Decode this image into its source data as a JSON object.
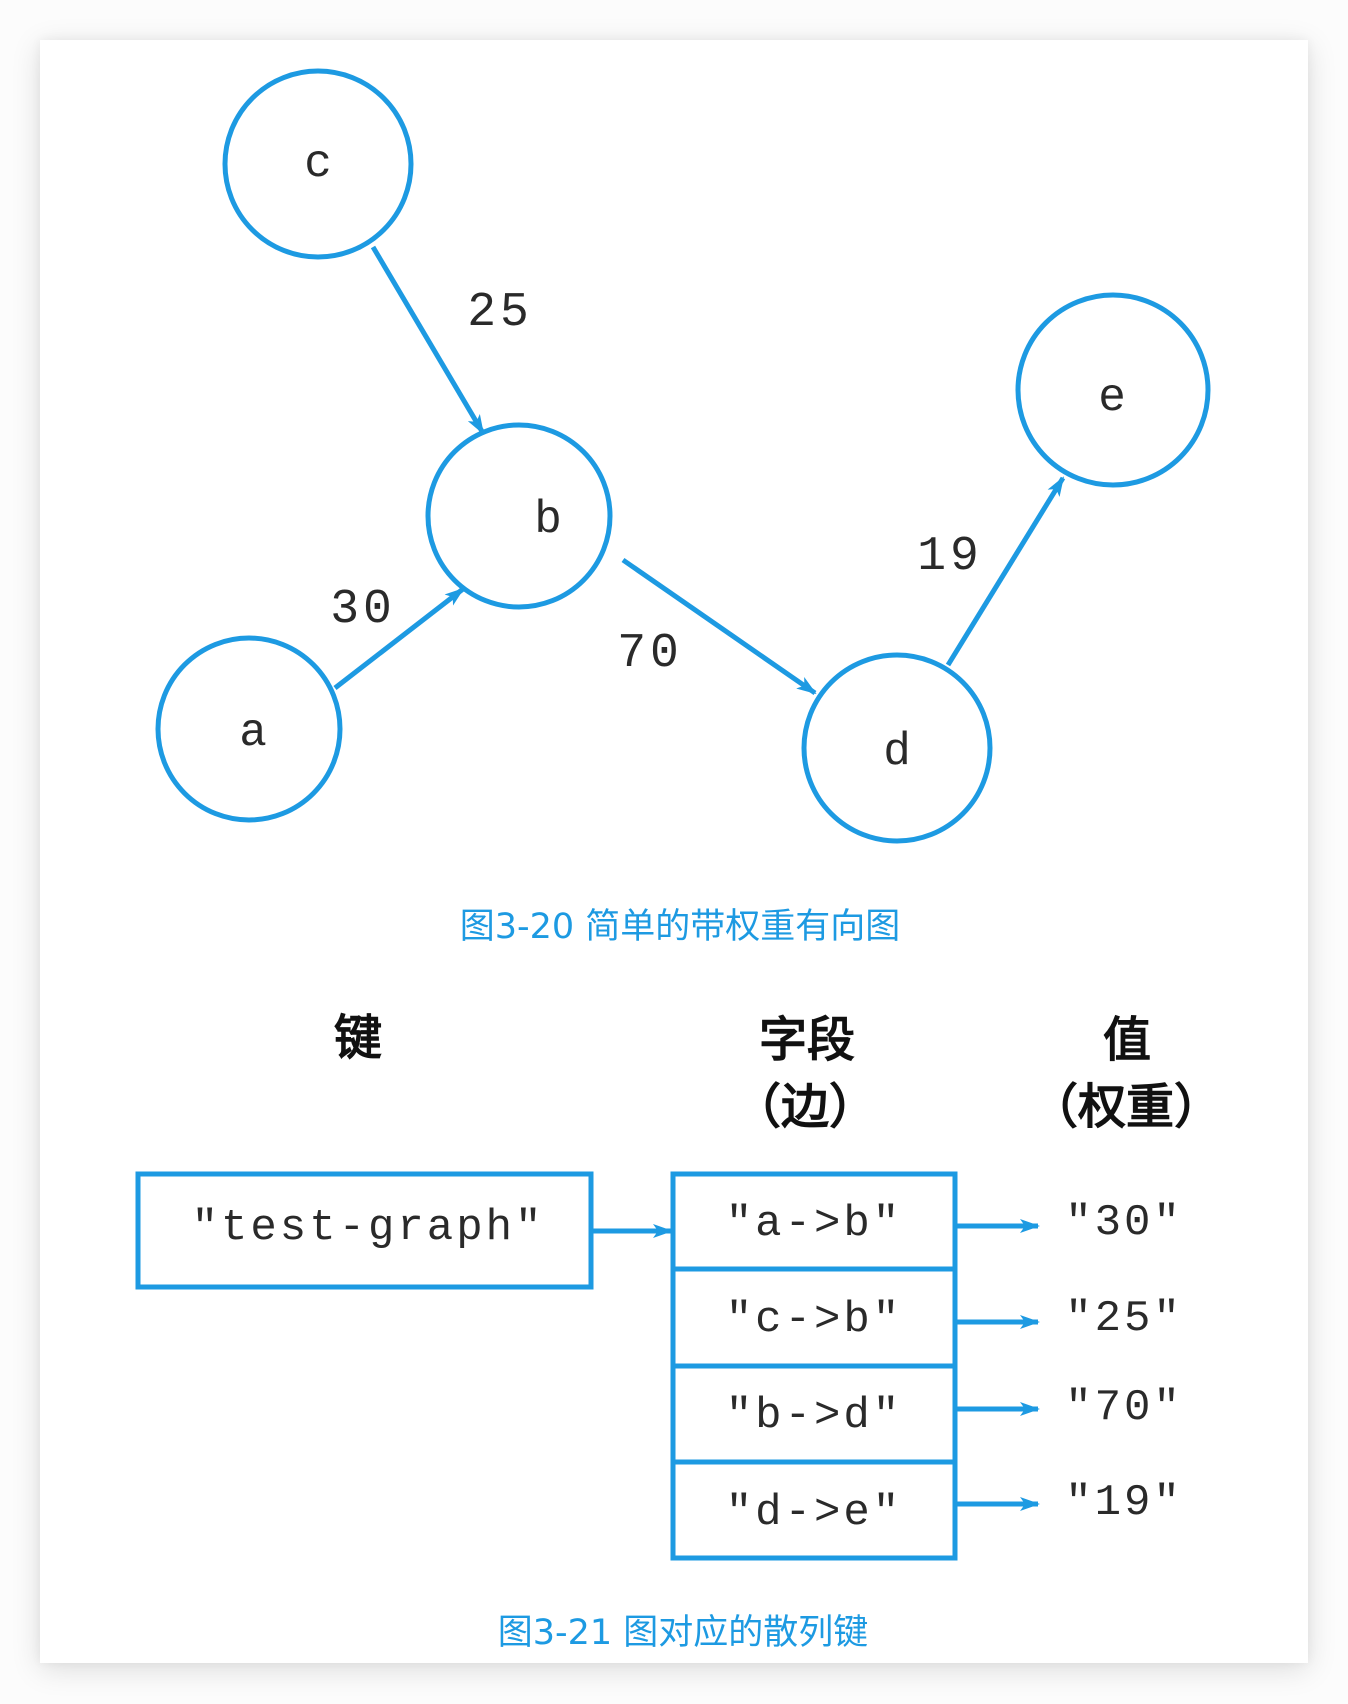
{
  "figure1": {
    "caption": "图3-20 简单的带权重有向图",
    "nodes": [
      {
        "id": "a",
        "label": "a"
      },
      {
        "id": "b",
        "label": "b"
      },
      {
        "id": "c",
        "label": "c"
      },
      {
        "id": "d",
        "label": "d"
      },
      {
        "id": "e",
        "label": "e"
      }
    ],
    "edges": [
      {
        "from": "c",
        "to": "b",
        "weight": "25"
      },
      {
        "from": "a",
        "to": "b",
        "weight": "30"
      },
      {
        "from": "b",
        "to": "d",
        "weight": "70"
      },
      {
        "from": "d",
        "to": "e",
        "weight": "19"
      }
    ]
  },
  "figure2": {
    "caption": "图3-21 图对应的散列键",
    "headers": {
      "key": "键",
      "field": "字段",
      "field_sub": "（边）",
      "value": "值",
      "value_sub": "（权重）"
    },
    "key": "\"test-graph\"",
    "rows": [
      {
        "field": "\"a->b\"",
        "value": "\"30\""
      },
      {
        "field": "\"c->b\"",
        "value": "\"25\""
      },
      {
        "field": "\"b->d\"",
        "value": "\"70\""
      },
      {
        "field": "\"d->e\"",
        "value": "\"19\""
      }
    ]
  },
  "colors": {
    "accent": "#1d9ae2",
    "text": "#2a2a2a"
  }
}
